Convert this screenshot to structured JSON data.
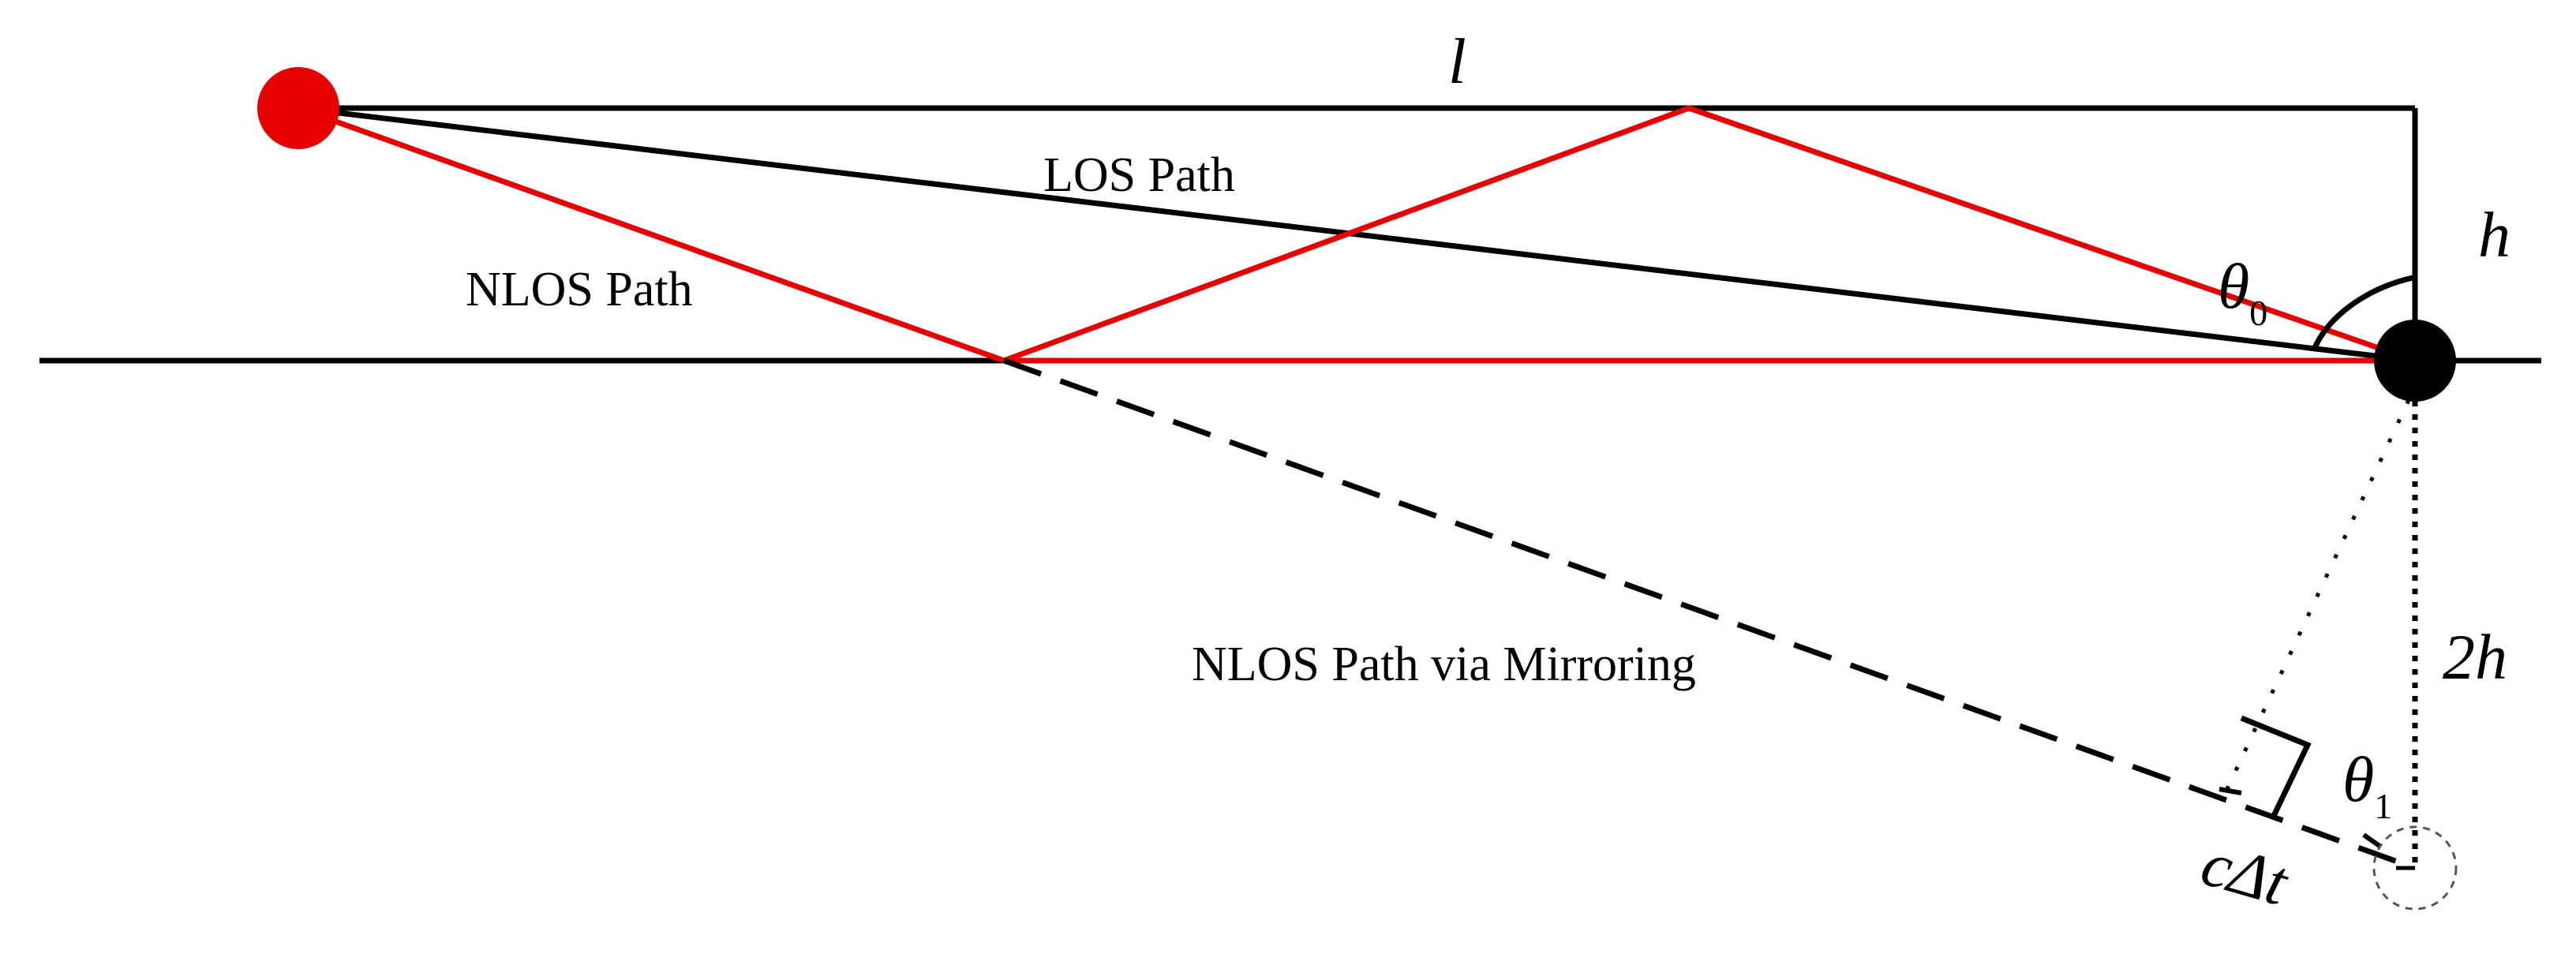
{
  "labels": {
    "l": "l",
    "h": "h",
    "two_h": "2h",
    "theta0": "θ",
    "theta0_sub": "0",
    "theta1": "θ",
    "theta1_sub": "1",
    "c_delta_t": "cΔt",
    "los_path": "LOS Path",
    "nlos_path": "NLOS Path",
    "nlos_mirror": "NLOS Path via Mirroring"
  },
  "colors": {
    "line": "#000000",
    "nlos": "#e60000",
    "transmitter": "#e60000",
    "receiver": "#000000",
    "mirror_receiver": "#555555"
  }
}
